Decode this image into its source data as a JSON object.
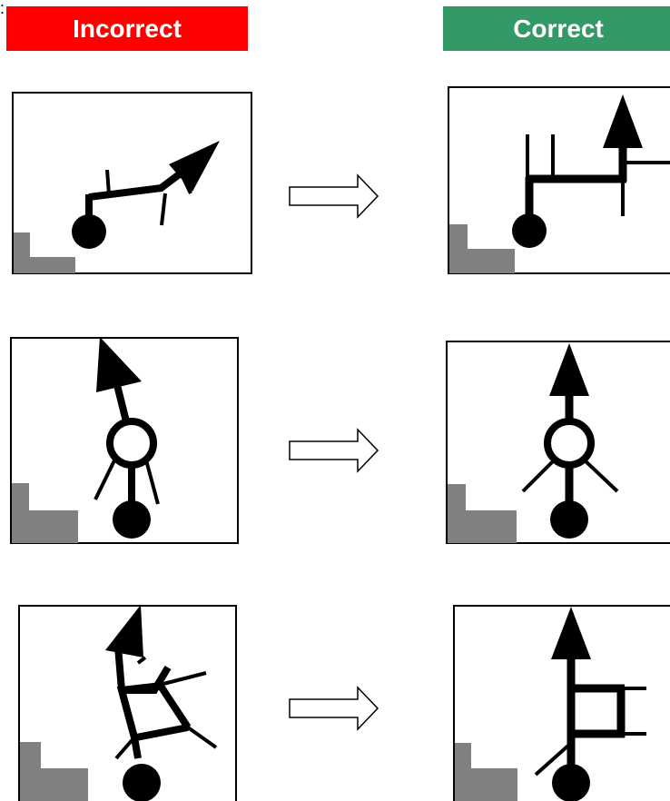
{
  "leading_fragment": ":",
  "headers": {
    "incorrect": {
      "label": "Incorrect",
      "color": "#ff0000"
    },
    "correct": {
      "label": "Correct",
      "color": "#339966"
    }
  },
  "colors": {
    "stroke": "#000000",
    "step": "#808080",
    "frame": "#000000"
  },
  "rows": [
    {
      "incorrect": "angled-arrow-scene",
      "correct": "orthogonal-arrow-scene"
    },
    {
      "incorrect": "tilted-circle-arrow-scene",
      "correct": "vertical-circle-arrow-scene"
    },
    {
      "incorrect": "skewed-box-arrow-scene",
      "correct": "square-box-arrow-scene"
    }
  ]
}
